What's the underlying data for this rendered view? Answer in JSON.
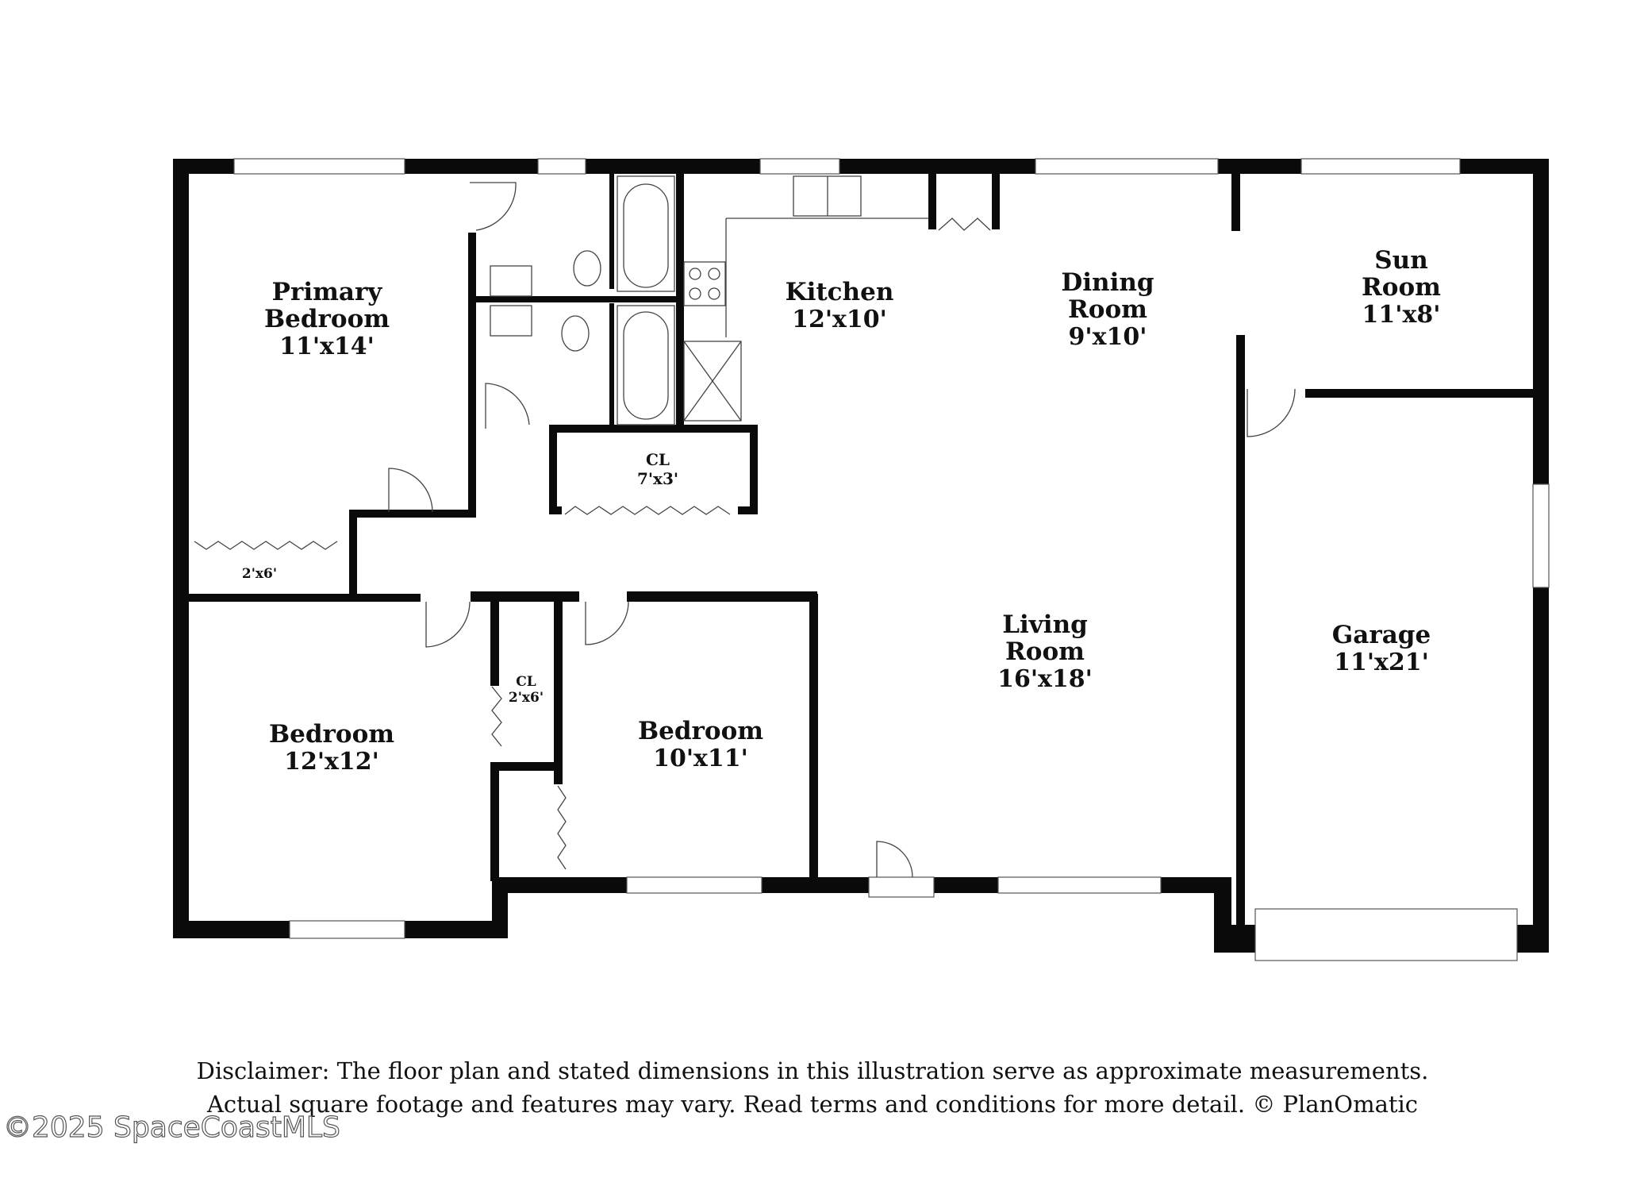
{
  "rooms": {
    "primary_bedroom": {
      "name_line1": "Primary",
      "name_line2": "Bedroom",
      "dims": "11'x14'"
    },
    "kitchen": {
      "name": "Kitchen",
      "dims": "12'x10'"
    },
    "dining_room": {
      "name_line1": "Dining",
      "name_line2": "Room",
      "dims": "9'x10'"
    },
    "sun_room": {
      "name_line1": "Sun",
      "name_line2": "Room",
      "dims": "11'x8'"
    },
    "closet_hall": {
      "name": "CL",
      "dims": "7'x3'"
    },
    "closet_primary": {
      "dims": "2'x6'"
    },
    "closet_small": {
      "name": "CL",
      "dims": "2'x6'"
    },
    "living_room": {
      "name_line1": "Living",
      "name_line2": "Room",
      "dims": "16'x18'"
    },
    "garage": {
      "name": "Garage",
      "dims": "11'x21'"
    },
    "bedroom_left": {
      "name": "Bedroom",
      "dims": "12'x12'"
    },
    "bedroom_middle": {
      "name": "Bedroom",
      "dims": "10'x11'"
    }
  },
  "disclaimer": {
    "line1": "Disclaimer: The floor plan and stated dimensions in this illustration serve as approximate measurements.",
    "line2": "Actual square footage and features may vary. Read terms and conditions for more detail. © PlanOmatic"
  },
  "watermark": "©2025 SpaceCoastMLS"
}
